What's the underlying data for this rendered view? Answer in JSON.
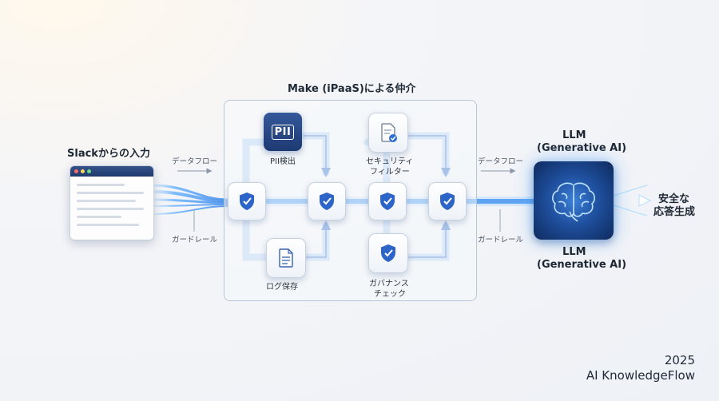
{
  "input": {
    "label": "Slackからの入力"
  },
  "flow_labels": {
    "left_top": "データフロー",
    "left_bottom": "ガードレール",
    "right_top": "データフロー",
    "right_bottom": "ガードレール"
  },
  "make": {
    "title": "Make (iPaaS)による仲介"
  },
  "nodes": {
    "pii": {
      "icon_text": "PII",
      "label": "PII検出"
    },
    "security": {
      "label_line1": "セキュリティ",
      "label_line2": "フィルター"
    },
    "log": {
      "label": "ログ保存"
    },
    "governance": {
      "label_line1": "ガバナンス",
      "label_line2": "チェック"
    }
  },
  "llm": {
    "label_top_line1": "LLM",
    "label_top_line2": "(Generative AI)",
    "label_bottom_line1": "LLM",
    "label_bottom_line2": "(Generative AI)"
  },
  "output": {
    "label_line1": "安全な",
    "label_line2": "応答生成"
  },
  "brand": {
    "year": "2025",
    "name": "AI KnowledgeFlow"
  },
  "colors": {
    "accent": "#2f6fd6",
    "shield": "#2d64c8",
    "flow": "#6fb6ff"
  },
  "icons": [
    "shield-check-icon",
    "document-icon",
    "document-check-icon",
    "brain-icon",
    "window-icon"
  ]
}
